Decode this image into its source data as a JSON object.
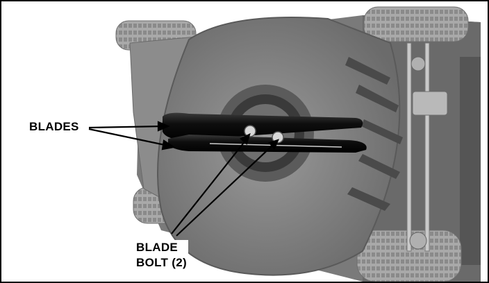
{
  "callouts": {
    "blades": "BLADES",
    "blade_bolt_line1": "BLADE",
    "blade_bolt_line2": "BOLT (2)"
  },
  "colors": {
    "deck": "#8d8d8d",
    "deck_dark": "#5e5e5e",
    "tire": "#a8a8a8",
    "blade": "#111111",
    "frame_border": "#000000"
  },
  "icons": {
    "wheels": "wheel-icon",
    "blades": "mower-blade-icon",
    "bolts": "bolt-icon"
  }
}
